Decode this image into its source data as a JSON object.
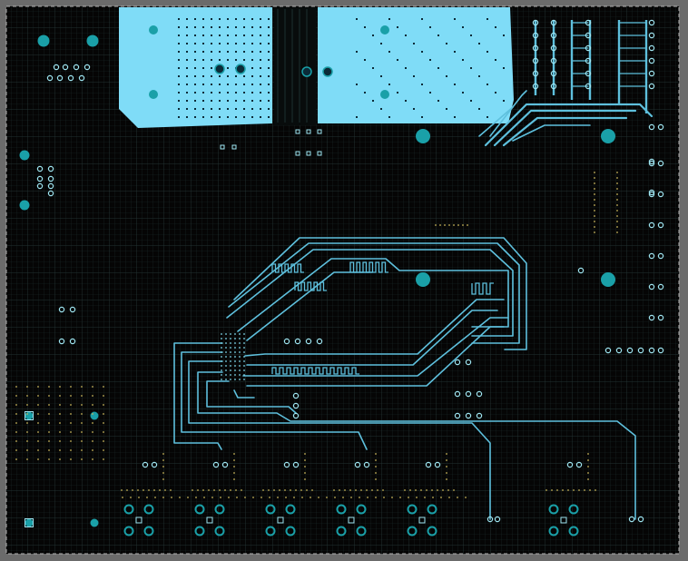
{
  "viewer": {
    "app": "pcb-layout-editor",
    "active_layer": "bottom-copper",
    "grid_visible": true,
    "board_outline": "dashed"
  },
  "colors": {
    "workspace_bg": "#6b6b6b",
    "board_bg": "#050505",
    "grid_line": "#1e2e2e",
    "grid_line_major": "#2a3b3b",
    "board_outline": "#b4b4b4",
    "copper_pour": "#7fdcf7",
    "trace": "#5ec0dd",
    "trace_dim": "#3a8fab",
    "pad": "#1aa0a8",
    "pad_small": "#7fd7ea",
    "via_ring": "#9fe6f2",
    "silk_dot": "#c8b45a"
  },
  "icons": {
    "pad": "teal-circle-pad",
    "via": "via-ring",
    "square_pad": "square-pad"
  }
}
